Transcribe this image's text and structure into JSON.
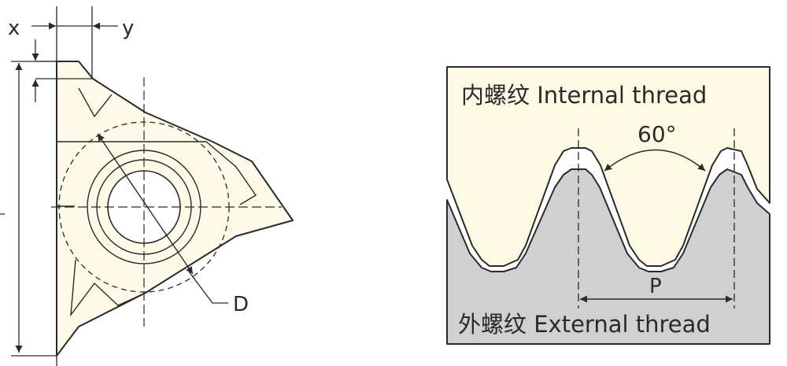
{
  "insert_diagram": {
    "label_x": "x",
    "label_y": "y",
    "label_d": "D"
  },
  "thread_diagram": {
    "internal_label": "内螺纹 Internal thread",
    "external_label": "外螺纹 External thread",
    "angle_label": "60°",
    "pitch_label": "P"
  },
  "colors": {
    "insert_fill": "#fdfbe8",
    "internal_fill": "#fcfae3",
    "external_fill": "#d0d0d0",
    "line": "#2a2a2a"
  }
}
